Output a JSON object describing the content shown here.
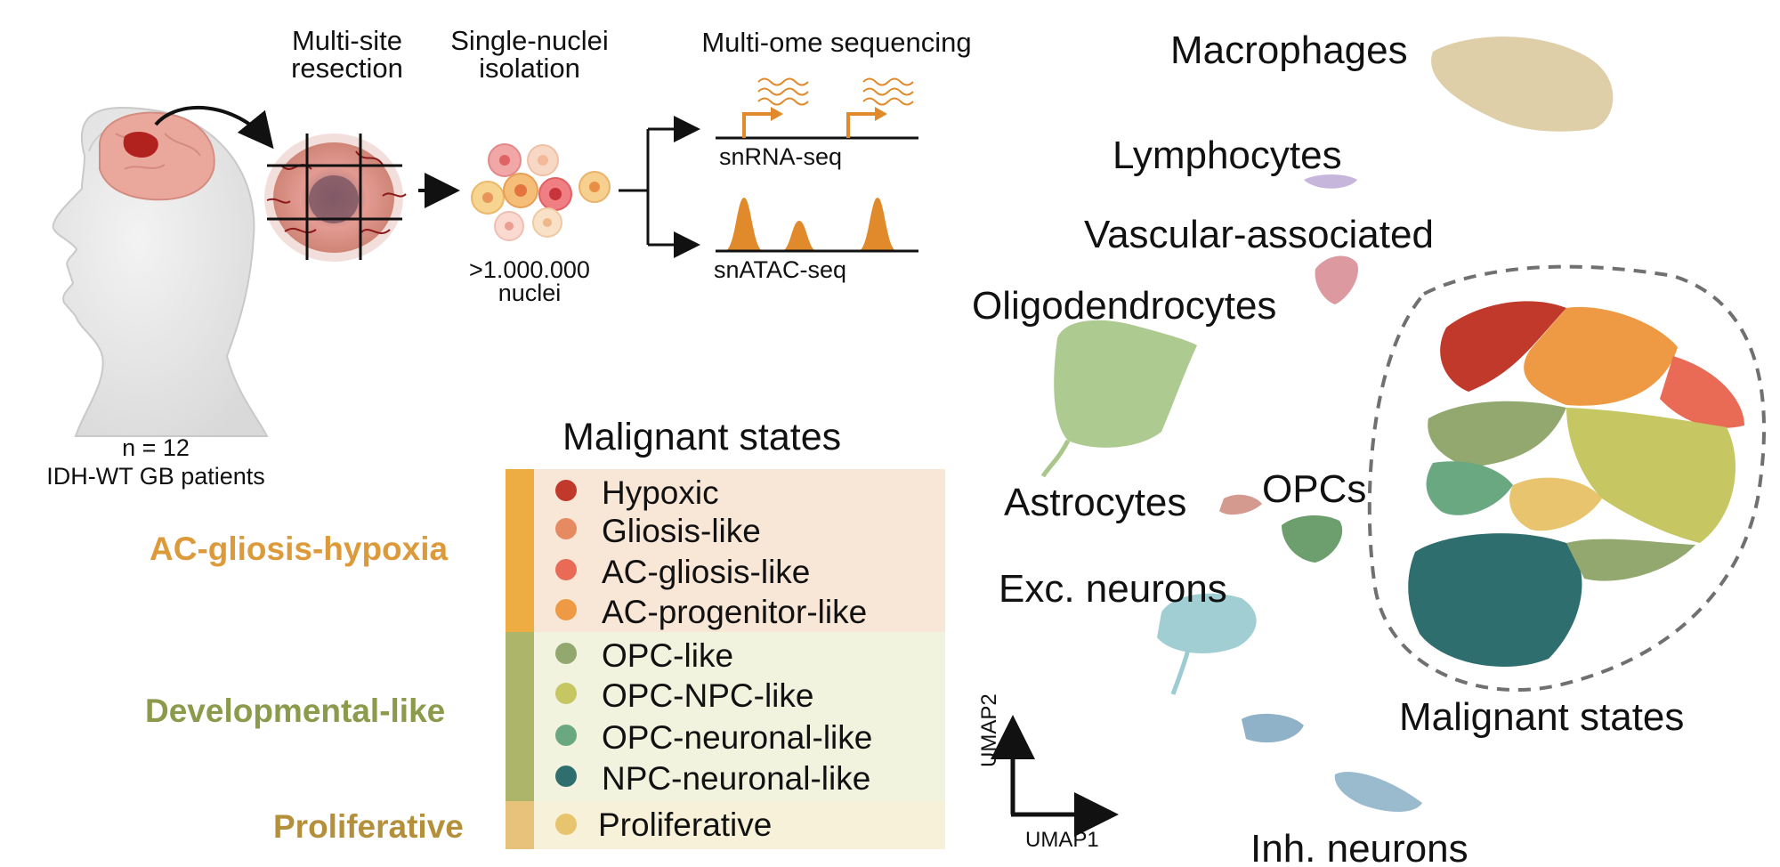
{
  "workflow": {
    "step1": "Multi-site\nresection",
    "step2": "Single-nuclei\nisolation",
    "step3": "Multi-ome sequencing",
    "nuclei_count": ">1.000.000",
    "nuclei_word": "nuclei",
    "rna": "snRNA-seq",
    "atac": "snATAC-seq",
    "patients_n": "n = 12",
    "patients_desc": "IDH-WT GB patients"
  },
  "legend": {
    "title": "Malignant states",
    "groups": [
      {
        "name": "AC-gliosis-hypoxia",
        "color": "#dc9a3a",
        "bar": "#eead43",
        "bg": "#f8e6d7"
      },
      {
        "name": "Developmental-like",
        "color": "#8c9a4c",
        "bar": "#adb56a",
        "bg": "#f1f3df"
      },
      {
        "name": "Proliferative",
        "color": "#b4903c",
        "bar": "#e8c27a",
        "bg": "#f7f1da"
      }
    ],
    "states": [
      {
        "label": "Hypoxic",
        "color": "#c0392b"
      },
      {
        "label": "Gliosis-like",
        "color": "#e68a62"
      },
      {
        "label": "AC-gliosis-like",
        "color": "#e96a55"
      },
      {
        "label": "AC-progenitor-like",
        "color": "#ee9a44"
      },
      {
        "label": "OPC-like",
        "color": "#93a86e"
      },
      {
        "label": "OPC-NPC-like",
        "color": "#c6c663"
      },
      {
        "label": "OPC-neuronal-like",
        "color": "#6aa882"
      },
      {
        "label": "NPC-neuronal-like",
        "color": "#2f6e6e"
      },
      {
        "label": "Proliferative",
        "color": "#e8c46e"
      }
    ]
  },
  "umap": {
    "clusters": [
      {
        "label": "Macrophages",
        "color": "#dccaa0"
      },
      {
        "label": "Lymphocytes",
        "color": "#c7b6dc"
      },
      {
        "label": "Vascular-associated",
        "color": "#d98e96"
      },
      {
        "label": "Oligodendrocytes",
        "color": "#a9c78a"
      },
      {
        "label": "Astrocytes",
        "color": "#d49a90"
      },
      {
        "label": "OPCs",
        "color": "#6d9e6e"
      },
      {
        "label": "Exc. neurons",
        "color": "#9ccbd1"
      },
      {
        "label": "Inh. neurons",
        "color": "#8fb2c9"
      },
      {
        "label": "Malignant states",
        "color": "#707070"
      }
    ],
    "x_axis": "UMAP1",
    "y_axis": "UMAP2"
  },
  "colors": {
    "arrow_orange": "#e08a2c",
    "brain": "#e7a59c",
    "tumor": "#b1221e"
  }
}
